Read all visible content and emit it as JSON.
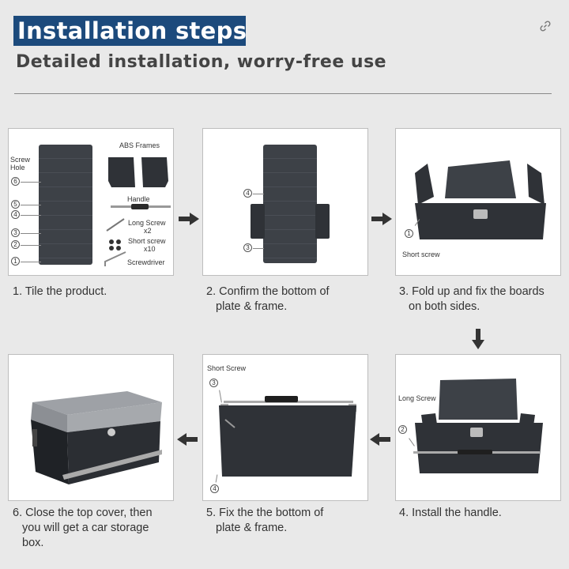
{
  "header": {
    "title": "Installation steps",
    "subtitle": "Detailed installation, worry-free use"
  },
  "steps": [
    {
      "caption": "1. Tile the product."
    },
    {
      "caption_lines": [
        "2. Confirm the bottom of",
        "plate & frame."
      ]
    },
    {
      "caption_lines": [
        "3. Fold up and fix the boards",
        "on both sides."
      ]
    },
    {
      "caption": "4. Install the handle."
    },
    {
      "caption_lines": [
        "5. Fix the the bottom of",
        "plate & frame."
      ]
    },
    {
      "caption_lines": [
        "6. Close the top cover, then",
        "you will get a car storage",
        "box."
      ]
    }
  ],
  "step1": {
    "screw_hole": [
      "Screw",
      "Hole"
    ],
    "abs_frames": "ABS Frames",
    "handle": "Handle",
    "long_screw": [
      "Long Screw",
      "x2"
    ],
    "short_screw": [
      "Short screw",
      "x10"
    ],
    "screwdriver": "Screwdriver",
    "numbers": [
      "6",
      "5",
      "4",
      "3",
      "2",
      "1"
    ]
  },
  "step2": {
    "numbers": [
      "4",
      "3"
    ]
  },
  "step3": {
    "label": "Short screw",
    "number": "1"
  },
  "step4": {
    "label": "Long Screw",
    "number": "2"
  },
  "step5": {
    "label": "Short Screw",
    "numbers": [
      "3",
      "4"
    ]
  },
  "colors": {
    "title_bg": "#1c4a7c",
    "page_bg": "#e9e9e9",
    "arrow": "#333333"
  },
  "icons": {
    "link": "link-icon",
    "arrow": "arrow-icon"
  }
}
